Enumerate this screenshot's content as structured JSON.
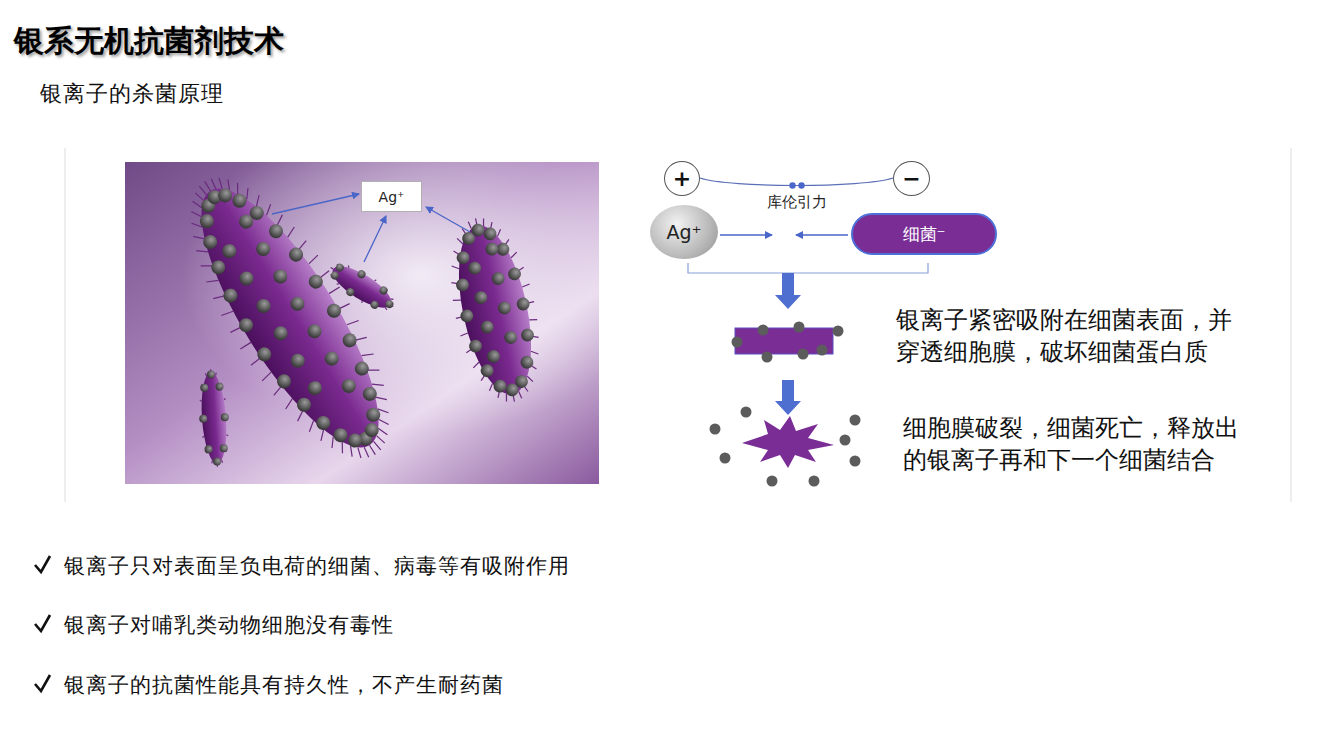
{
  "diagram": {
    "title": "银系无机抗菌剂技术",
    "nodes": [
      {
        "text": [
          "Ag⁺"
        ]
      },
      {
        "text": [
          "+"
        ]
      },
      {
        "text": [
          "−"
        ]
      },
      {
        "text": [
          "Ag⁺"
        ]
      },
      {
        "text": [
          "细菌⁻"
        ]
      }
    ],
    "edges": [
      {
        "from": 1,
        "to": 2,
        "arrow": "none",
        "label": "库伦引力"
      }
    ],
    "labels": [
      "银离子的杀菌原理",
      "银离子紧密吸附在细菌表面，并穿透细胞膜，破坏细菌蛋白质",
      "细胞膜破裂，细菌死亡，释放出的银离子再和下一个细菌结合",
      "银离子只对表面呈负电荷的细菌、病毒等有吸附作用",
      "银离子对哺乳类动物细胞没有毒性",
      "银离子的抗菌性能具有持久性，不产生耐药菌"
    ]
  }
}
